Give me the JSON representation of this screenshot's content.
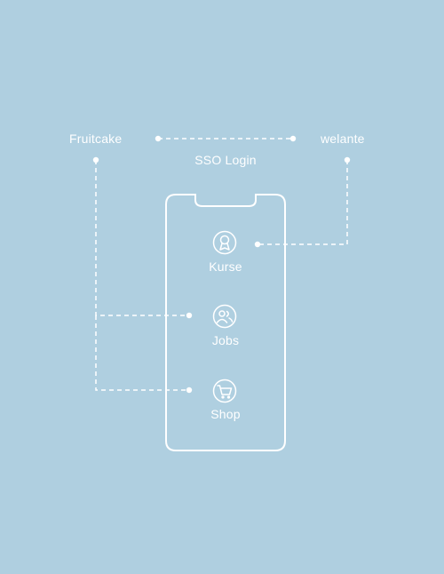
{
  "nodes": {
    "fruitcake": "Fruitcake",
    "welante": "welante",
    "sso_login": "SSO Login"
  },
  "phone_items": [
    {
      "label": "Kurse",
      "icon": "certificate-badge-icon"
    },
    {
      "label": "Jobs",
      "icon": "users-icon"
    },
    {
      "label": "Shop",
      "icon": "shopping-cart-icon"
    }
  ],
  "colors": {
    "background": "#afcfe0",
    "stroke": "#ffffff"
  }
}
